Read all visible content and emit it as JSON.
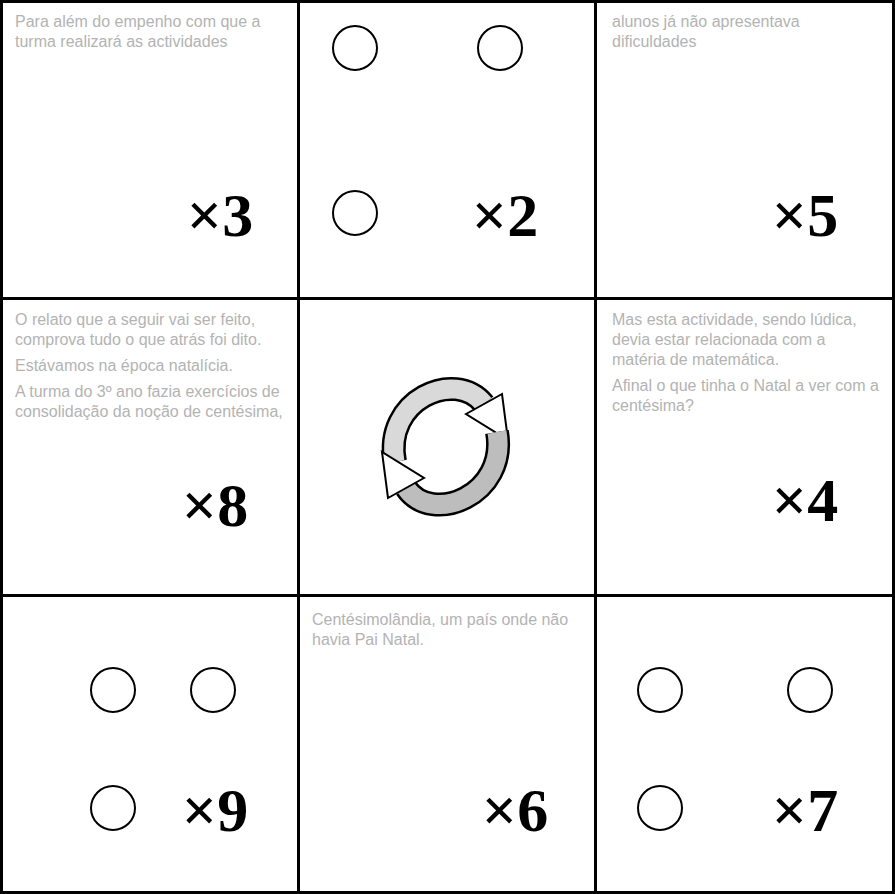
{
  "diagram": {
    "nodes": [
      {
        "text": [
          "×3"
        ]
      },
      {
        "text": [
          "×2"
        ]
      },
      {
        "text": [
          "×5"
        ]
      },
      {
        "text": [
          "×8"
        ]
      },
      {
        "text": [
          "×4"
        ]
      },
      {
        "text": [
          "×9"
        ]
      },
      {
        "text": [
          "×6"
        ]
      },
      {
        "text": [
          "×7"
        ]
      }
    ],
    "labels": [
      "Para além do empenho com que a turma realizará as actividades",
      "alunos já não apresentava dificuldades",
      "O relato que a seguir vai ser feito, comprova tudo o que atrás foi dito.",
      "Estávamos na época natalícia.",
      "A turma do 3º ano fazia exercícios de consolidação da noção de centésima,",
      "Mas esta actividade, sendo lúdica, devia estar relacionada com a matéria de matemática.",
      "Afinal o que tinha o Natal a ver com a centésima?",
      "Centésimolândia, um país onde não havia Pai Natal."
    ]
  }
}
